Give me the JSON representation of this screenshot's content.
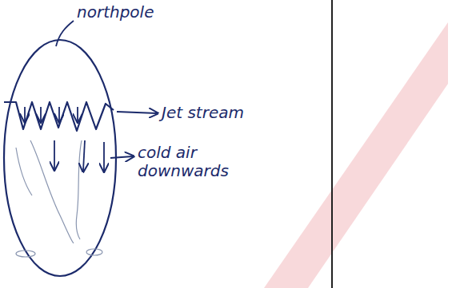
{
  "diagram": {
    "labels": [
      "northpole",
      "Jet stream",
      "cold air downwards"
    ]
  }
}
